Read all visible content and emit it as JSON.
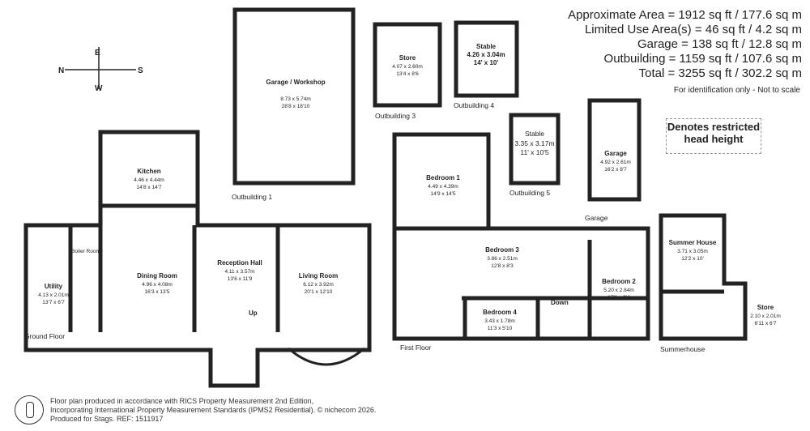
{
  "summary": {
    "line1": "Approximate Area = 1912 sq ft / 177.6 sq m",
    "line2": "Limited Use Area(s) = 46 sq ft / 4.2 sq m",
    "line3": "Garage = 138 sq ft / 12.8 sq m",
    "line4": "Outbuilding = 1159 sq ft / 107.6 sq m",
    "line5": "Total = 3255 sq ft / 302.2 sq m",
    "note": "For identification only - Not to scale"
  },
  "legend": {
    "restricted": "Denotes restricted head height"
  },
  "compass": {
    "n": "N",
    "e": "E",
    "s": "S",
    "w": "W"
  },
  "rooms": {
    "garage_workshop": {
      "name": "Garage / Workshop",
      "m": "8.73 x 5.74m",
      "ft": "28'8 x 18'10"
    },
    "store_o3": {
      "name": "Store",
      "m": "4.07 x 2.60m",
      "ft": "13'4 x 8'6"
    },
    "stable_o4": {
      "name": "Stable",
      "m": "4.26 x 3.04m",
      "ft": "14' x 10'"
    },
    "stable_o5": {
      "name": "Stable",
      "m": "3.35 x 3.17m",
      "ft": "11' x 10'5"
    },
    "garage": {
      "name": "Garage",
      "m": "4.92 x 2.61m",
      "ft": "16'2 x 8'7"
    },
    "kitchen": {
      "name": "Kitchen",
      "m": "4.46 x 4.44m",
      "ft": "14'8 x 14'7"
    },
    "utility": {
      "name": "Utility",
      "m": "4.13 x 2.01m",
      "ft": "13'7 x 6'7"
    },
    "boiler": {
      "name": "Boiler Room"
    },
    "dining": {
      "name": "Dining Room",
      "m": "4.96 x 4.08m",
      "ft": "16'3 x 13'5"
    },
    "reception": {
      "name": "Reception Hall",
      "m": "4.11 x 3.57m",
      "ft": "13'6 x 11'9"
    },
    "living": {
      "name": "Living Room",
      "m": "6.12 x 3.92m",
      "ft": "20'1 x 12'10"
    },
    "bedroom1": {
      "name": "Bedroom 1",
      "m": "4.49 x 4.39m",
      "ft": "14'9 x 14'5"
    },
    "bedroom2": {
      "name": "Bedroom 2",
      "m": "5.20 x 2.84m",
      "ft": "17'1 x 9'4"
    },
    "bedroom3": {
      "name": "Bedroom 3",
      "m": "3.86 x 2.51m",
      "ft": "12'8 x 8'3"
    },
    "bedroom4": {
      "name": "Bedroom 4",
      "m": "3.43 x 1.78m",
      "ft": "11'3 x 5'10"
    },
    "summerhouse": {
      "name": "Summer House",
      "m": "3.71 x 3.05m",
      "ft": "12'2 x 10'"
    },
    "store_sh": {
      "name": "Store",
      "m": "2.10 x 2.01m",
      "ft": "6'11 x 6'7"
    }
  },
  "labels": {
    "outbuilding1": "Outbuilding 1",
    "outbuilding3": "Outbuilding 3",
    "outbuilding4": "Outbuilding 4",
    "outbuilding5": "Outbuilding 5",
    "garage": "Garage",
    "ground_floor": "Ground Floor",
    "first_floor": "First Floor",
    "summerhouse": "Summerhouse",
    "up": "Up",
    "down": "Down"
  },
  "footer": {
    "line1": "Floor plan produced in accordance with RICS Property Measurement 2nd Edition,",
    "line2": "Incorporating International Property Measurement Standards (IPMS2 Residential). © nichecom 2026.",
    "line3": "Produced for Stags.   REF: 1511917"
  }
}
